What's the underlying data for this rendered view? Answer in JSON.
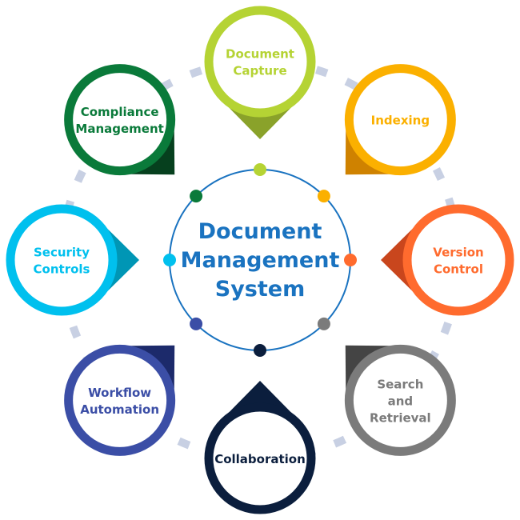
{
  "center": {
    "title_lines": [
      "Document",
      "Management",
      "System"
    ],
    "color": "#1a73c0"
  },
  "connector_color": "#c8d0e3",
  "nodes": [
    {
      "id": "document-capture",
      "lines": [
        "Document",
        "Capture"
      ],
      "color": "#b5d334",
      "dark": "#8aa22a"
    },
    {
      "id": "indexing",
      "lines": [
        "Indexing"
      ],
      "color": "#fbb000",
      "dark": "#cf8200"
    },
    {
      "id": "version-control",
      "lines": [
        "Version",
        "Control"
      ],
      "color": "#ff6b2e",
      "dark": "#c9461d"
    },
    {
      "id": "search-and-retrieval",
      "lines": [
        "Search",
        "and",
        "Retrieval"
      ],
      "color": "#7b7b7b",
      "dark": "#444444"
    },
    {
      "id": "collaboration",
      "lines": [
        "Collaboration"
      ],
      "color": "#0b1e3d",
      "dark": "#0b1e3d"
    },
    {
      "id": "workflow-automation",
      "lines": [
        "Workflow",
        "Automation"
      ],
      "color": "#3b4ea6",
      "dark": "#1c2a6b"
    },
    {
      "id": "security-controls",
      "lines": [
        "Security",
        "Controls"
      ],
      "color": "#00c0ee",
      "dark": "#0096b5"
    },
    {
      "id": "compliance-management",
      "lines": [
        "Compliance",
        "Management"
      ],
      "color": "#0a7a3a",
      "dark": "#06401e"
    }
  ]
}
